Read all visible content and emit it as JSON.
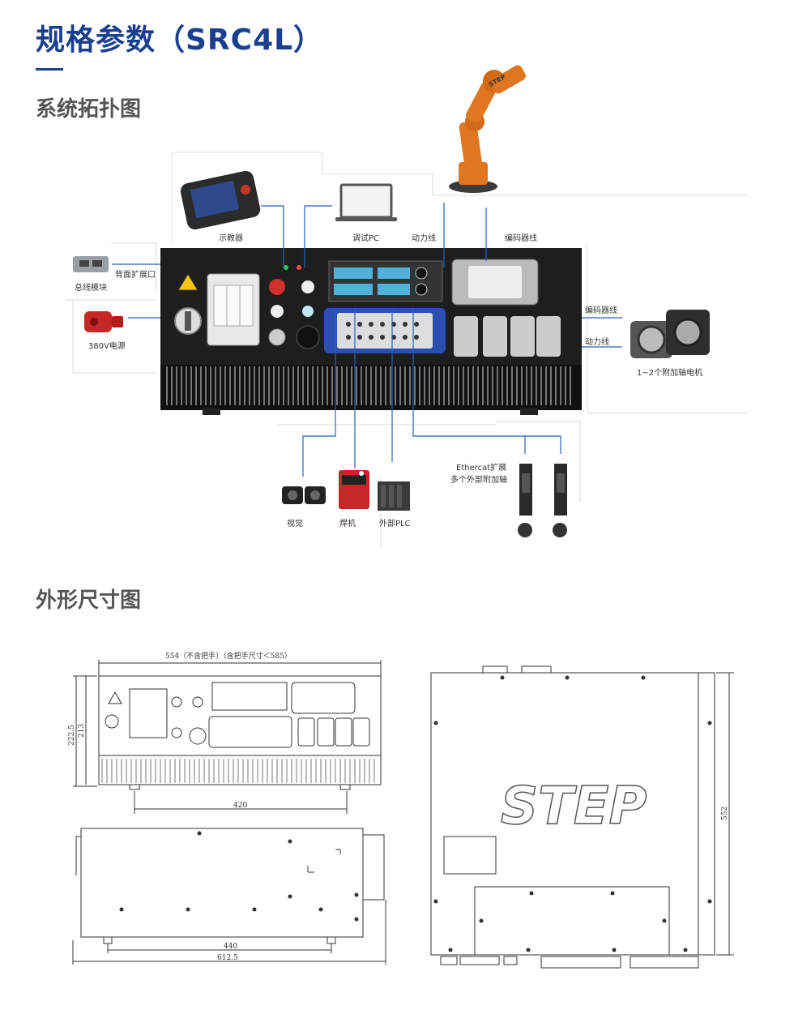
{
  "header": {
    "title": "规格参数（SRC4L）"
  },
  "sections": {
    "topology_title": "系统拓扑图",
    "dimension_title": "外形尺寸图"
  },
  "topology": {
    "teach_pendant": "示教器",
    "debug_pc": "调试PC",
    "power_line_top": "动力线",
    "encoder_line_top": "编码器线",
    "bus_module": "总线模块",
    "rear_expansion": "背面扩展口",
    "power_380v": "380V电源",
    "encoder_line_right": "编码器线",
    "power_line_right": "动力线",
    "aux_motor": "1~2个附加轴电机",
    "vision": "视觉",
    "welder": "焊机",
    "external_plc": "外部PLC",
    "ethercat_line1": "Ethercat扩展",
    "ethercat_line2": "多个外部附加轴",
    "robot_brand": "STEP"
  },
  "dimensions": {
    "front_width": "554（不含把手）（含把手尺寸＜585）",
    "height_outer": "222.5",
    "height_inner": "213",
    "feet_span": "420",
    "side_feet": "440",
    "side_length": "612.5",
    "top_depth": "552",
    "brand_logo": "STEP"
  },
  "colors": {
    "title_blue": "#1a3f8f",
    "robot_orange": "#e0761f",
    "panel_dark": "#1e1e1e",
    "connector_blue": "#2a4fb0"
  }
}
